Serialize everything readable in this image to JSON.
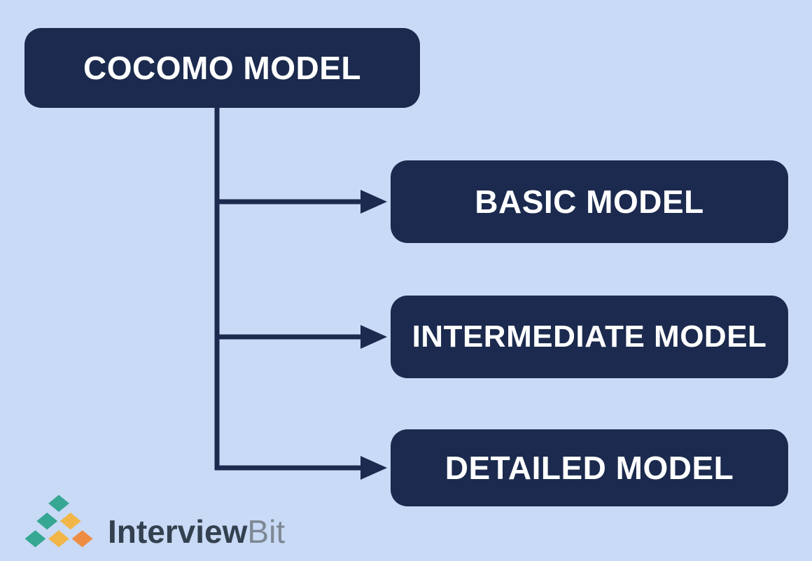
{
  "diagram": {
    "root": {
      "label": "COCOMO MODEL"
    },
    "children": [
      {
        "label": "BASIC MODEL"
      },
      {
        "label": "INTERMEDIATE MODEL"
      },
      {
        "label": "DETAILED MODEL"
      }
    ]
  },
  "colors": {
    "background": "#c9daf6",
    "node_fill": "#1b2a4e",
    "node_text": "#ffffff",
    "connector": "#1b2a4e",
    "logo_primary_text": "#33404f",
    "logo_secondary_text": "#7d8894"
  },
  "logo": {
    "brand_primary": "Interview",
    "brand_secondary": "Bit",
    "mark_colors": [
      "#35a793",
      "#35a793",
      "#f2b648",
      "#35a793",
      "#f2b648",
      "#ee8c42"
    ]
  }
}
